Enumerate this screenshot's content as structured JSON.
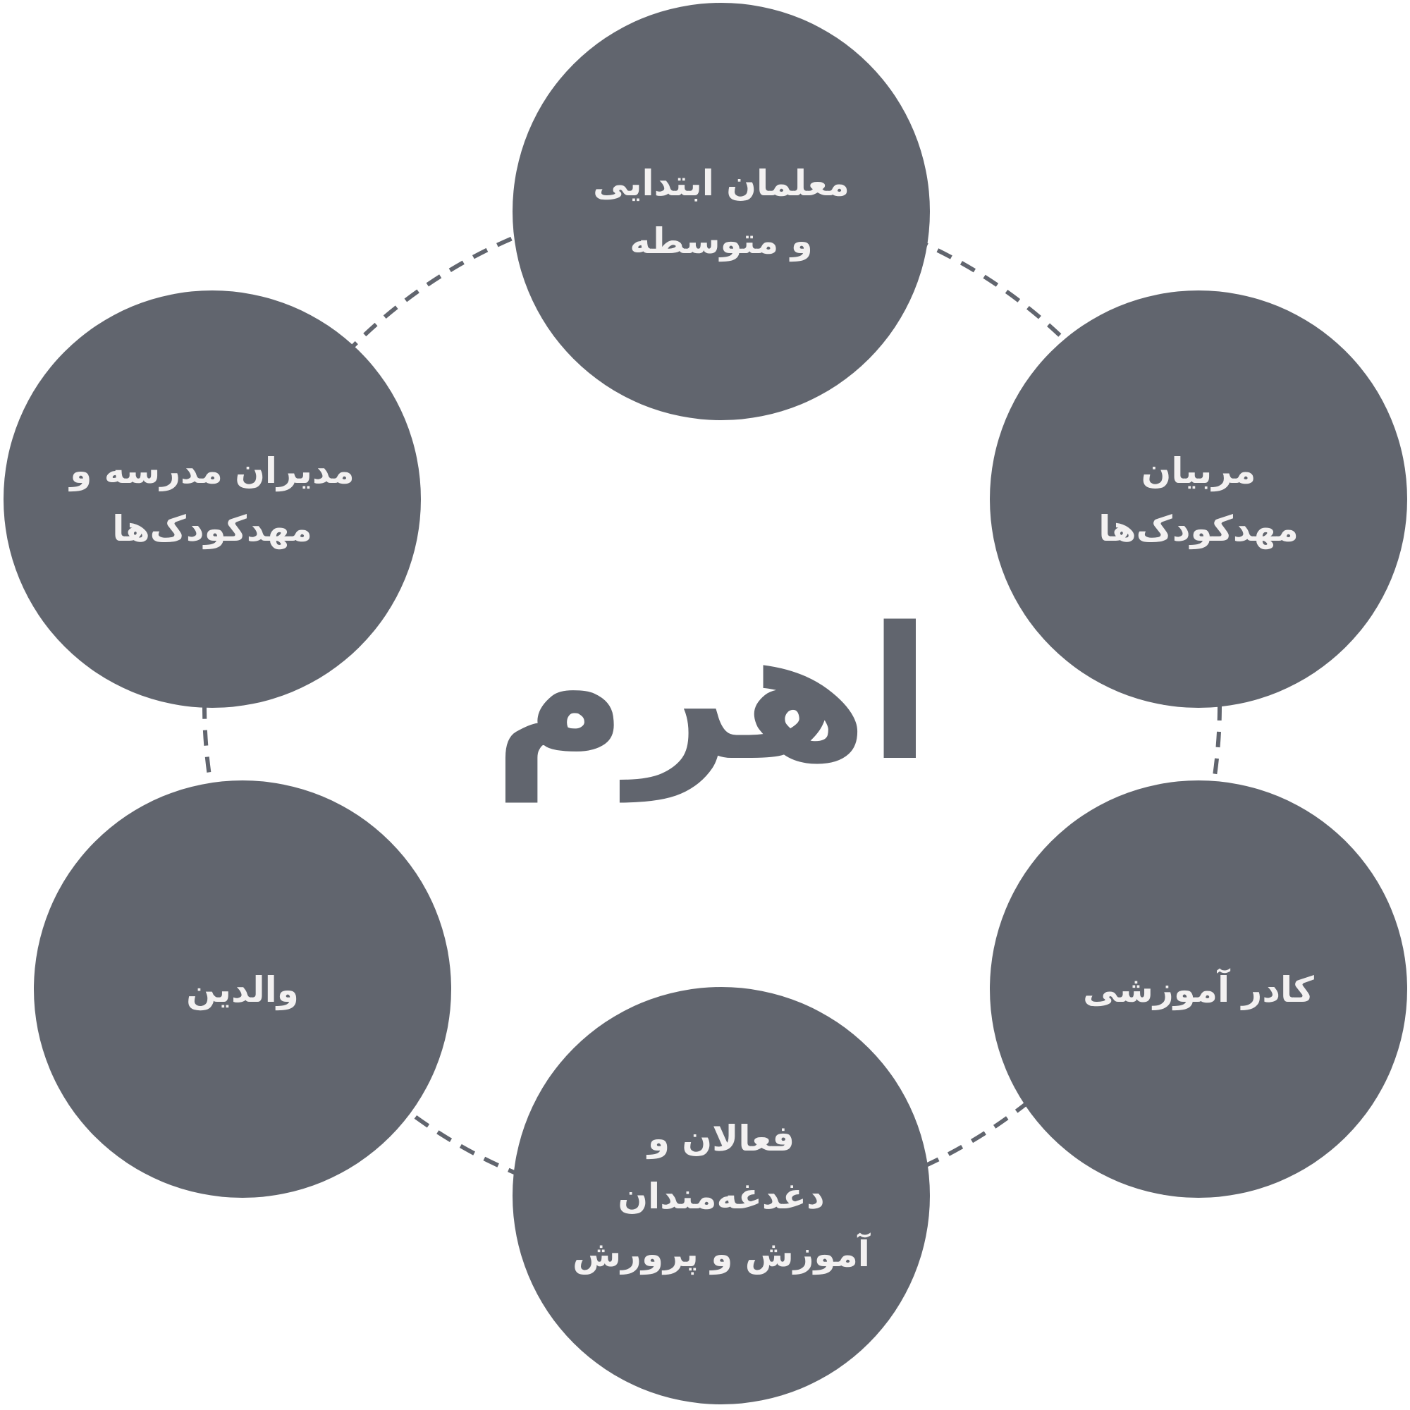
{
  "center": {
    "title": "اهرم"
  },
  "nodes": [
    {
      "lines": [
        "معلمان ابتدایی",
        "و متوسطه"
      ]
    },
    {
      "lines": [
        "مربیان",
        "مهدکودک‌ها"
      ]
    },
    {
      "lines": [
        "کادر آموزشی"
      ]
    },
    {
      "lines": [
        "فعالان و",
        "دغدغه‌مندان",
        "آموزش و پرورش"
      ]
    },
    {
      "lines": [
        "والدین"
      ]
    },
    {
      "lines": [
        "مدیران مدرسه و",
        "مهدکودک‌ها"
      ]
    }
  ],
  "colors": {
    "node": "#61656e",
    "text": "#f3f1f1",
    "ring": "#61656e"
  }
}
